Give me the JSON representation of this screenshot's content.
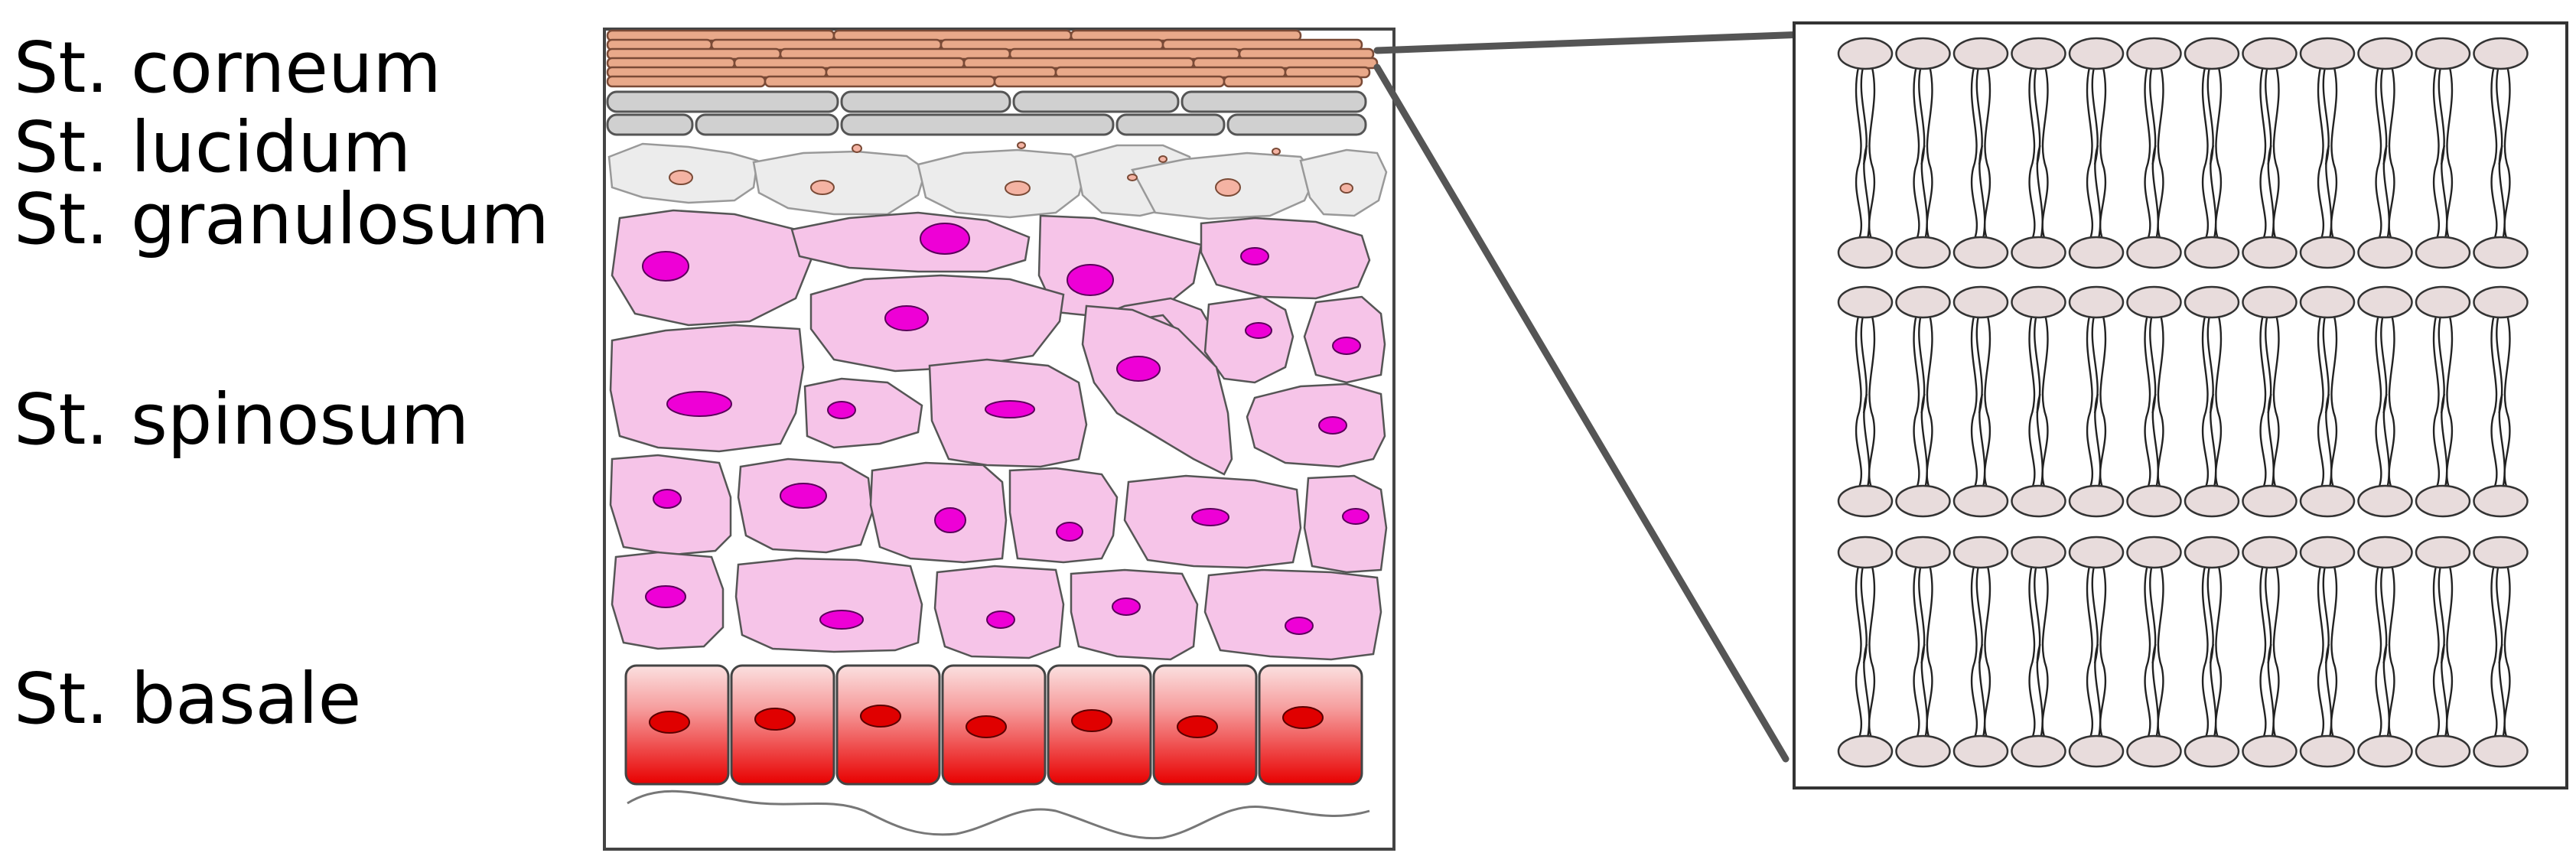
{
  "labels": {
    "corneum": "St. corneum",
    "lucidum": "St. lucidum",
    "granulosum": "St. granulosum",
    "spinosum": "St. spinosum",
    "basale": "St. basale"
  },
  "colors": {
    "corneum_fill": "#e9a98a",
    "corneum_stroke": "#7a4a36",
    "lucidum_fill": "#d0d0d0",
    "granulosum_fill": "#ececec",
    "granulosum_nucleus": "#f4b3a3",
    "spinosum_fill": "#f6c4e8",
    "spinosum_nucleus": "#ee00d6",
    "basale_top": "#fbe0e0",
    "basale_bottom": "#e80000",
    "basale_nucleus": "#e00000",
    "lipid_head": "#e8dcdc",
    "connector": "#555555"
  },
  "lipid_bilayer": {
    "rows": 3,
    "columns": 12
  }
}
